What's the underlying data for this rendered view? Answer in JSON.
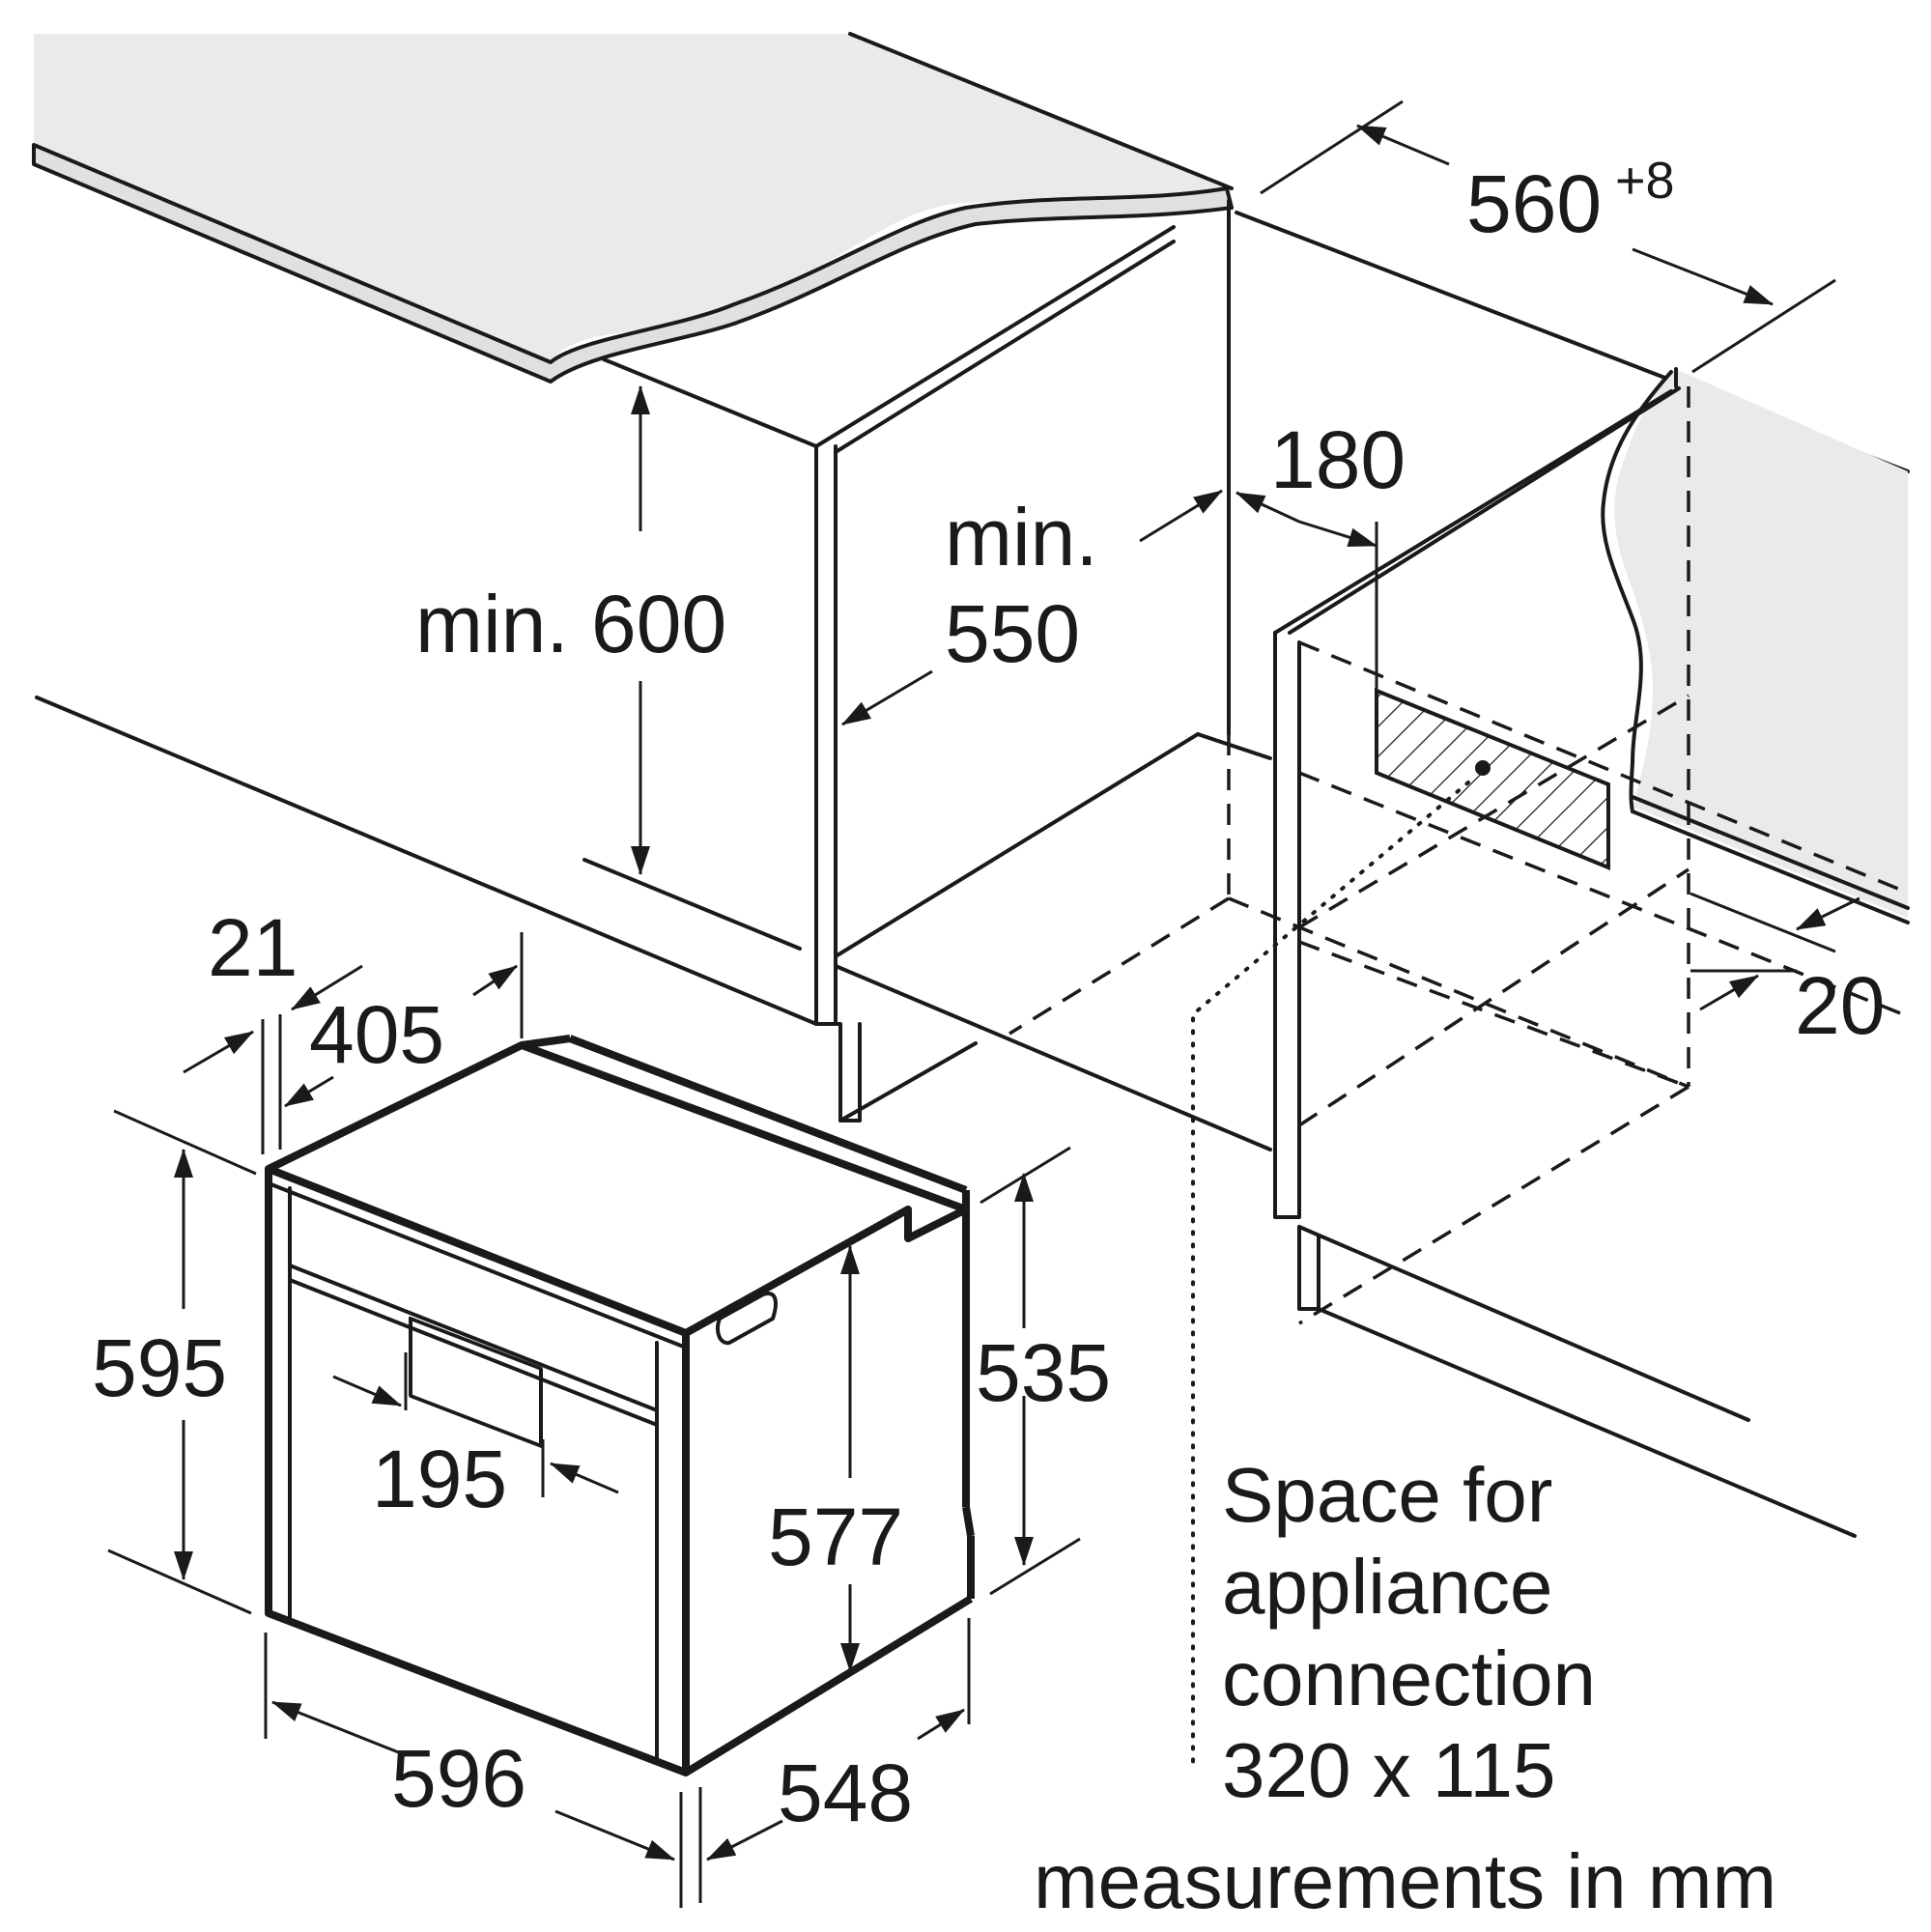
{
  "dimensions": {
    "niche_width": "560",
    "niche_width_tolerance": "+8",
    "min_height": "min. 600",
    "min_depth_line1": "min.",
    "min_depth_line2": "550",
    "gap_180": "180",
    "gap_20": "20",
    "offset_21": "21",
    "offset_405": "405",
    "appliance_height": "595",
    "inner_height_535": "535",
    "inner_height_577": "577",
    "handle_offset": "195",
    "appliance_width": "596",
    "appliance_depth": "548"
  },
  "notes": {
    "space_line1": "Space for",
    "space_line2": "appliance",
    "space_line3": "connection",
    "space_line4": "320 x 115",
    "units": "measurements in mm"
  }
}
